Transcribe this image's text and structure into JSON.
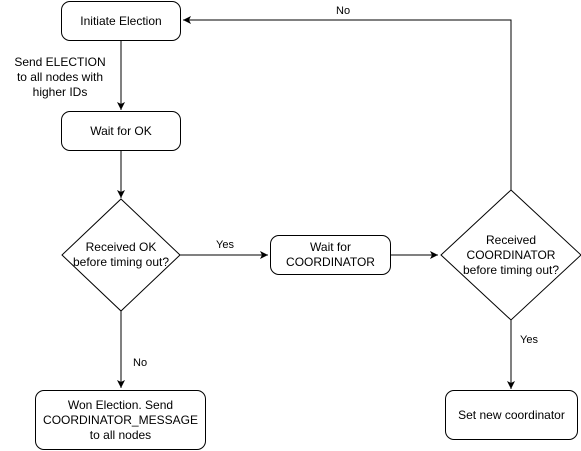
{
  "nodes": {
    "initiate": "Initiate Election",
    "wait_ok": "Wait for OK",
    "received_ok": "Received OK\nbefore timing out?",
    "wait_coordinator": "Wait for\nCOORDINATOR",
    "received_coordinator": "Received\nCOORDINATOR\nbefore timing out?",
    "won_election": "Won Election. Send\nCOORDINATOR_MESSAGE\nto all nodes",
    "set_coordinator": "Set new coordinator"
  },
  "edges": {
    "send_election": "Send ELECTION\nto all nodes with\nhigher IDs",
    "ok_yes": "Yes",
    "ok_no": "No",
    "coord_yes": "Yes",
    "coord_no": "No"
  }
}
